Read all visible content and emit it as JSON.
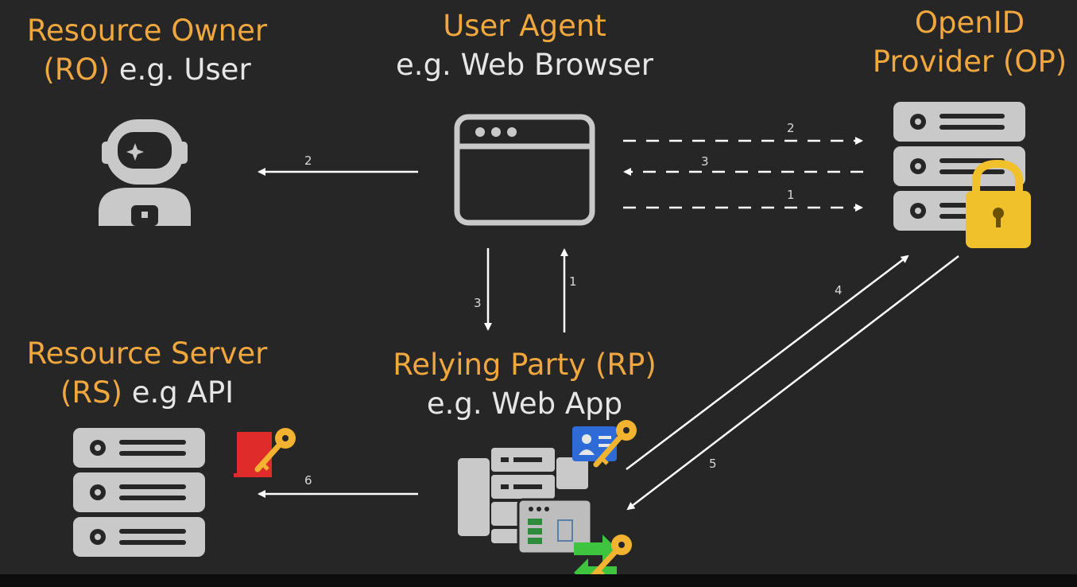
{
  "actors": {
    "resource_owner": {
      "line1": "Resource Owner",
      "line2_highlight": "(RO)",
      "line2_rest": " e.g. User"
    },
    "user_agent": {
      "line1": "User Agent",
      "line2": "e.g. Web Browser"
    },
    "openid_provider": {
      "line1": "OpenID",
      "line2": "Provider (OP)"
    },
    "resource_server": {
      "line1": "Resource Server",
      "line2_highlight": "(RS)",
      "line2_rest": " e.g API"
    },
    "relying_party": {
      "line1": "Relying Party (RP)",
      "line2": "e.g. Web App"
    }
  },
  "arrows": {
    "ua_to_ro": "2",
    "ua_to_op_dashed_top": "2",
    "op_to_ua_dashed_mid": "3",
    "ua_to_op_dashed_bottom": "1",
    "ua_to_rp": "3",
    "rp_to_ua": "1",
    "rp_to_op": "4",
    "op_to_rp": "5",
    "rp_to_rs": "6"
  },
  "colors": {
    "background": "#262626",
    "accent_orange": "#efa73e",
    "text_white": "#e6e6e6",
    "icon_gray": "#c9c9c9",
    "lock_yellow": "#f0c12b",
    "id_card_blue": "#2f6bd6",
    "token_red": "#e02b2b",
    "refresh_green": "#3ec43e",
    "key_gold": "#f2b430"
  }
}
